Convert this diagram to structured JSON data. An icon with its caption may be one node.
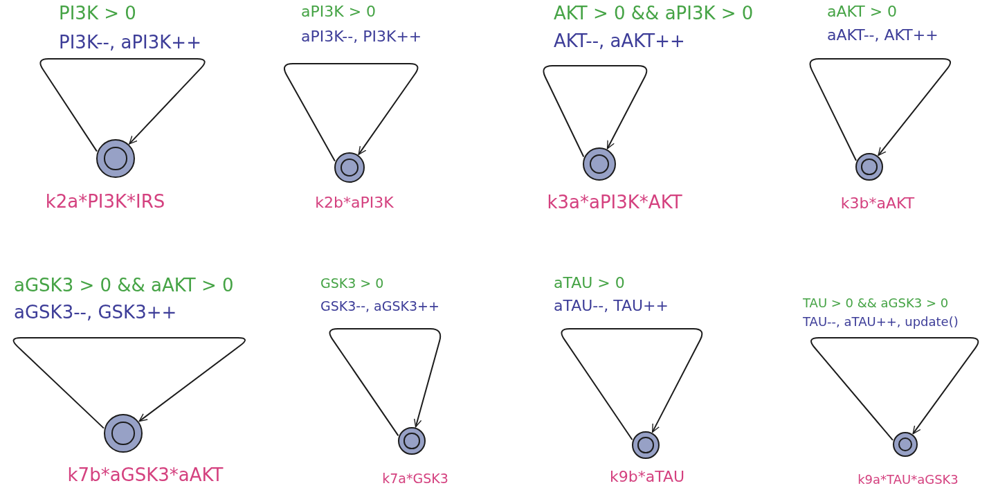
{
  "diagram": {
    "nodes": [
      {
        "text": [],
        "shape": "circle",
        "beside": [
          "k2a*PI3K*IRS"
        ]
      },
      {
        "text": [],
        "shape": "circle",
        "beside": [
          "k2b*aPI3K"
        ]
      },
      {
        "text": [],
        "shape": "circle",
        "beside": [
          "k3a*aPI3K*AKT"
        ]
      },
      {
        "text": [],
        "shape": "circle",
        "beside": [
          "k3b*aAKT"
        ]
      },
      {
        "text": [],
        "shape": "circle",
        "beside": [
          "k7b*aGSK3*aAKT"
        ]
      },
      {
        "text": [],
        "shape": "circle",
        "beside": [
          "k7a*GSK3"
        ]
      },
      {
        "text": [],
        "shape": "circle",
        "beside": [
          "k9b*aTAU"
        ]
      },
      {
        "text": [],
        "shape": "circle",
        "beside": [
          "k9a*TAU*aGSK3"
        ]
      }
    ],
    "edges": [
      {
        "from": 0,
        "to": 0,
        "arrow": "to"
      },
      {
        "from": 1,
        "to": 1,
        "arrow": "to"
      },
      {
        "from": 2,
        "to": 2,
        "arrow": "to"
      },
      {
        "from": 3,
        "to": 3,
        "arrow": "to"
      },
      {
        "from": 4,
        "to": 4,
        "arrow": "to"
      },
      {
        "from": 5,
        "to": 5,
        "arrow": "to"
      },
      {
        "from": 6,
        "to": 6,
        "arrow": "to"
      },
      {
        "from": 7,
        "to": 7,
        "arrow": "to"
      }
    ],
    "labels": [
      "PI3K > 0",
      "PI3K--, aPI3K++",
      "aPI3K > 0",
      "aPI3K--, PI3K++",
      "AKT > 0 && aPI3K > 0",
      "AKT--, aAKT++",
      "aAKT > 0",
      "aAKT--, AKT++",
      "aGSK3 > 0 && aAKT > 0",
      "aGSK3--, GSK3++",
      "GSK3 > 0",
      "GSK3--, aGSK3++",
      "aTAU > 0",
      "aTAU--, TAU++",
      "TAU > 0 && aGSK3 > 0",
      "TAU--, aTAU++, update()"
    ]
  }
}
